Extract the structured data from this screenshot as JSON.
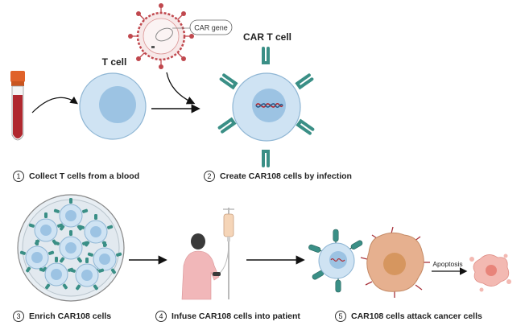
{
  "labels": {
    "t_cell": "T cell",
    "car_t_cell": "CAR T cell",
    "car_gene": "CAR gene",
    "apoptosis": "Apoptosis"
  },
  "steps": [
    {
      "number": "1",
      "text": "Collect T cells from a blood"
    },
    {
      "number": "2",
      "text": "Create CAR108 cells by infection"
    },
    {
      "number": "3",
      "text": "Enrich CAR108  cells"
    },
    {
      "number": "4",
      "text": "Infuse CAR108  cells into patient"
    },
    {
      "number": "5",
      "text": "CAR108 cells attack cancer cells"
    }
  ],
  "colors": {
    "blood": "#b0282f",
    "tube_cap": "#e0622a",
    "cell_outer": "#cfe3f3",
    "cell_nucleus": "#9cc3e3",
    "receptor": "#3a8f86",
    "virus": "#c0484e",
    "cancer": "#e6b08f",
    "dish": "#e8eef3",
    "patient_shirt": "#f1b7b9"
  }
}
